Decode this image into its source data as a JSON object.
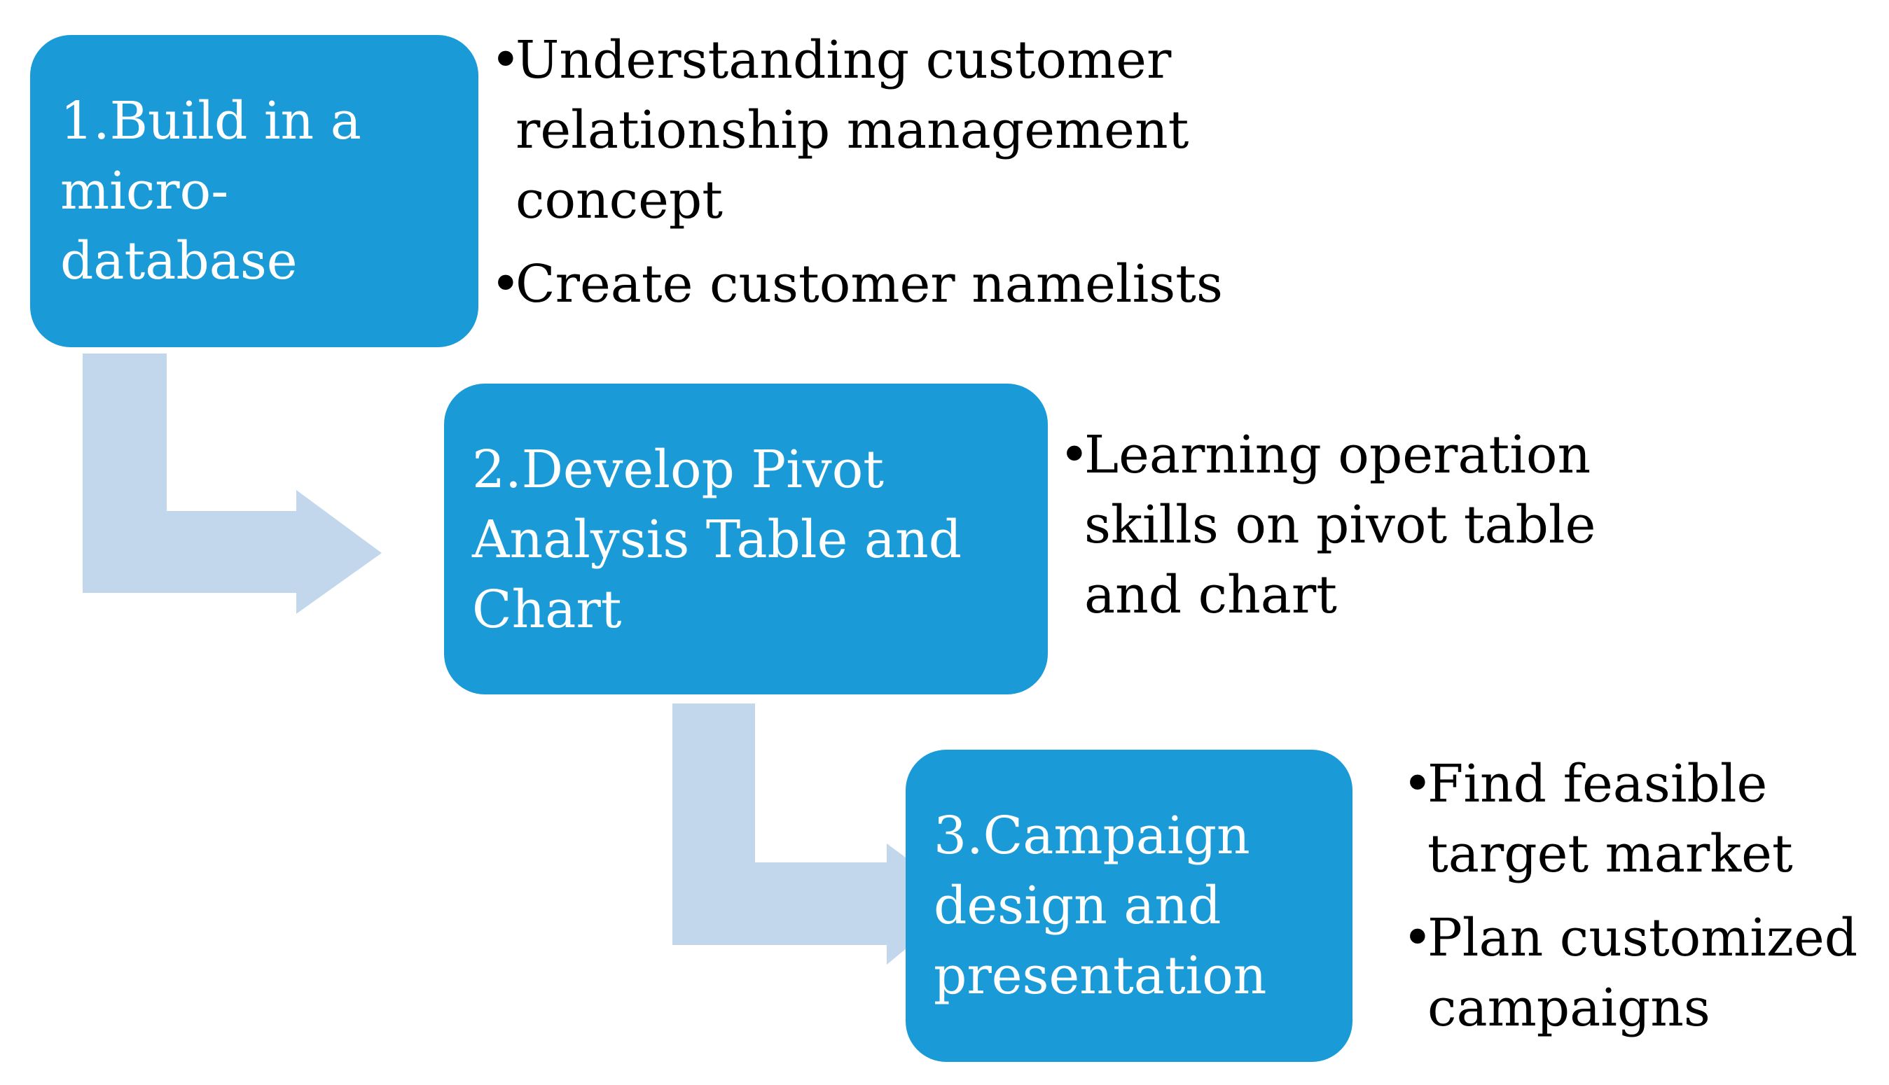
{
  "steps": [
    {
      "lines": [
        "1.Build in a",
        "micro-",
        "database"
      ],
      "bullets": [
        [
          "Understanding customer",
          "relationship management",
          "concept"
        ],
        [
          "Create customer namelists"
        ]
      ]
    },
    {
      "lines": [
        "2.Develop Pivot",
        "Analysis Table and",
        "Chart"
      ],
      "bullets": [
        [
          "Learning operation",
          "skills on pivot table",
          "and chart"
        ]
      ]
    },
    {
      "lines": [
        "3.Campaign",
        "design and",
        "presentation"
      ],
      "bullets": [
        [
          "Find feasible",
          "target market"
        ],
        [
          "Plan customized",
          "campaigns"
        ]
      ]
    }
  ],
  "bullet_symbol": "•",
  "colors": {
    "box_fill": "#1a9bd7",
    "arrow_fill": "#c3d7ec",
    "box_text": "#ffffff",
    "bullet_text": "#000000"
  }
}
